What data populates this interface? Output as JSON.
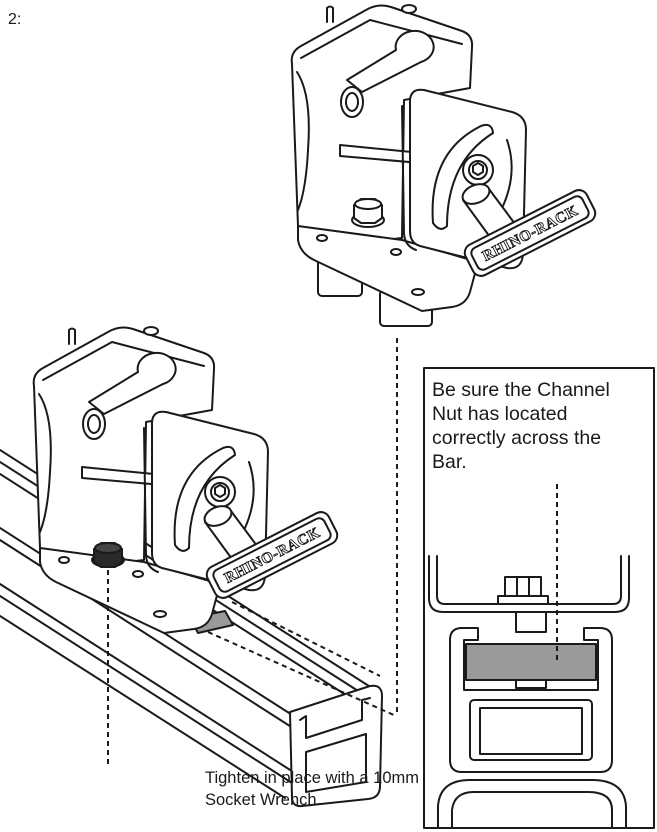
{
  "step": {
    "label": "2:"
  },
  "callout": {
    "lines": [
      "Be sure the Channel",
      "Nut has located",
      "correctly across the",
      "Bar."
    ]
  },
  "instruction": {
    "lines": [
      "Tighten in place with a 10mm",
      "Socket Wrench."
    ]
  },
  "logo": {
    "text": "RHINO-RACK"
  },
  "colors": {
    "line": "#1a1a1a",
    "channel_nut_fill": "#9a9a9a",
    "bolt_fill": "#2a2a2a",
    "background": "#ffffff"
  }
}
